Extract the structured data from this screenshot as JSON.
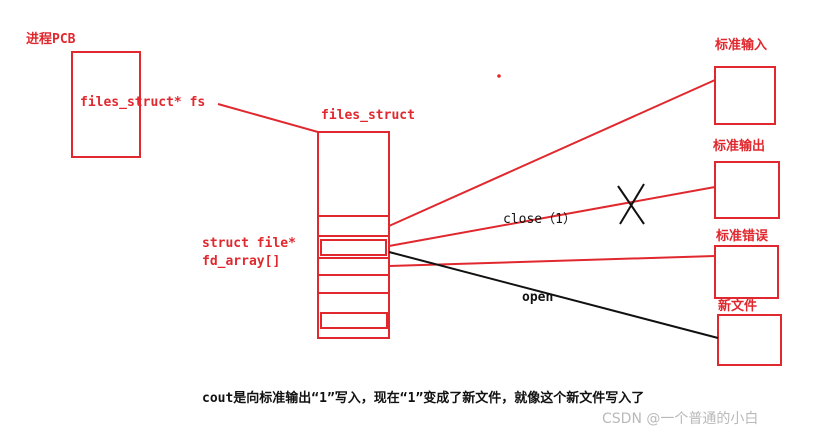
{
  "colors": {
    "red": "#e0282e",
    "black": "#111111",
    "watermark": "#b9b9b9"
  },
  "labels": {
    "process_pcb": "进程PCB",
    "pcb_field": "files_struct* fs",
    "files_struct_title": "files_struct",
    "fd_array_line1": "struct file*",
    "fd_array_line2": "fd_array[]",
    "stdin": "标准输入",
    "stdout": "标准输出",
    "stderr": "标准错误",
    "new_file": "新文件",
    "close_call": "close（1）",
    "open_call": "open",
    "caption": "cout是向标准输出“1”写入，现在“1”变成了新文件，就像这个新文件写入了",
    "watermark": "CSDN @一个普通的小白"
  },
  "icons": {
    "cross": "x-mark-icon"
  }
}
